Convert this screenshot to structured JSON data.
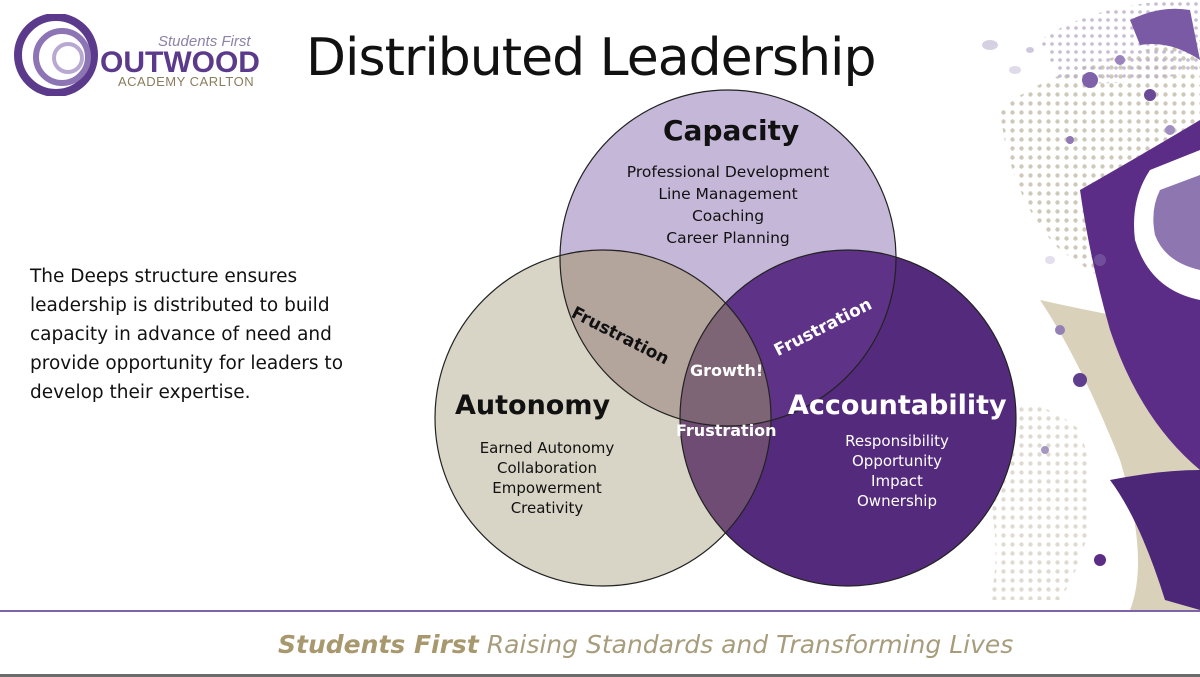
{
  "logo": {
    "tagline": "Students First",
    "name": "OUTWOOD",
    "sub": "ACADEMY CARLTON"
  },
  "title": "Distributed Leadership",
  "body_text": "The Deeps structure ensures leadership is distributed to build capacity in advance of need and provide opportunity for leaders to develop their expertise.",
  "diagram": {
    "capacity": {
      "title": "Capacity",
      "items": [
        "Professional Development",
        "Line Management",
        "Coaching",
        "Career Planning"
      ],
      "color": "#c5b7d8"
    },
    "autonomy": {
      "title": "Autonomy",
      "items": [
        "Earned Autonomy",
        "Collaboration",
        "Empowerment",
        "Creativity"
      ],
      "color": "#d8d5c6"
    },
    "accountability": {
      "title": "Accountability",
      "items": [
        "Responsibility",
        "Opportunity",
        "Impact",
        "Ownership"
      ],
      "color": "#542a7c"
    },
    "overlap_capacity_autonomy": "Frustration",
    "overlap_capacity_accountability": "Frustration",
    "overlap_autonomy_accountability": "Frustration",
    "center": "Growth!"
  },
  "footer": {
    "bold": "Students First",
    "rest": " Raising Standards and Transforming Lives"
  },
  "colors": {
    "brand_purple": "#5b3a8c",
    "footer_gold": "#a79c7c",
    "accent_line": "#7d63a8"
  }
}
